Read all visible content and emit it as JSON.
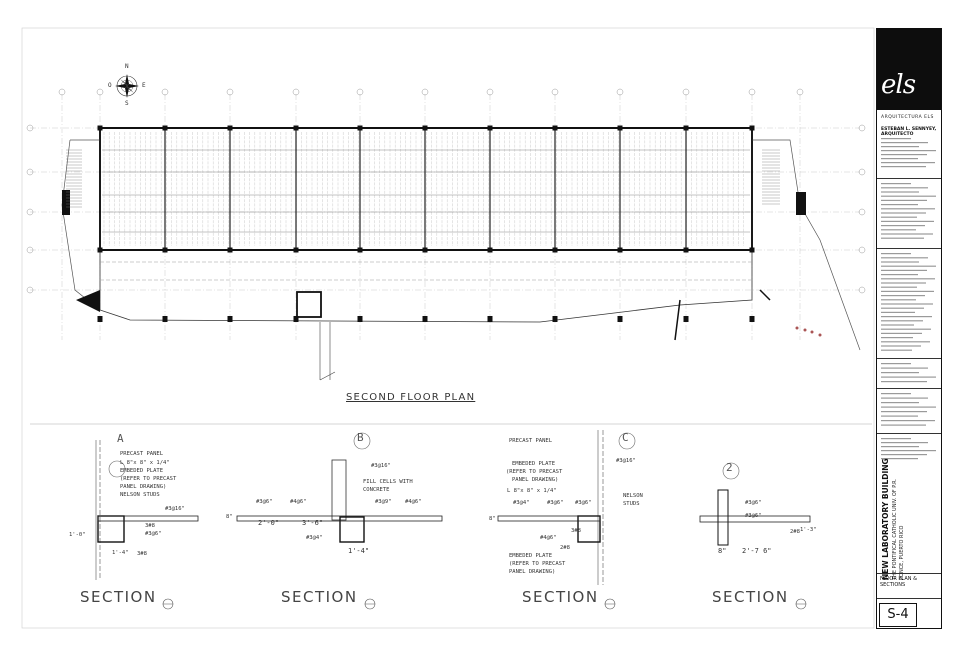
{
  "plan": {
    "title": "SECOND FLOOR PLAN",
    "compass": {
      "n": "N",
      "s": "S",
      "e": "E",
      "o": "O"
    }
  },
  "sections": [
    {
      "title": "SECTION",
      "marker": "A",
      "notes": [
        "PRECAST PANEL",
        "L 8\"x 8\" x 1/4\"",
        "EMBEDED PLATE",
        "(REFER TO PRECAST",
        "PANEL DRAWING)",
        "NELSON STUDS"
      ],
      "rebar": [
        "#3@16\"",
        "#3@6\"",
        "3#8",
        "3#8"
      ],
      "dims": [
        "1'-0\"",
        "1'-4\""
      ]
    },
    {
      "title": "SECTION",
      "marker": "B",
      "notes": [
        "FILL CELLS WITH",
        "CONCRETE"
      ],
      "rebar": [
        "#3@16\"",
        "#3@6\"",
        "#4@6\"",
        "#3@9\"",
        "#4@6\"",
        "#3@4\""
      ],
      "dims": [
        "2'-0\"",
        "3'-6\"",
        "1'-4\"",
        "8\""
      ]
    },
    {
      "title": "SECTION",
      "marker": "C",
      "notes": [
        "PRECAST PANEL",
        "EMBEDED PLATE",
        "(REFER TO PRECAST",
        "PANEL DRAWING)",
        "L 8\"x 8\" x 1/4\"",
        "NELSON",
        "STUDS",
        "2#8",
        "EMBEDED PLATE",
        "(REFER TO PRECAST",
        "PANEL DRAWING)"
      ],
      "rebar": [
        "#3@16\"",
        "#3@4\"",
        "#3@6\"",
        "#3@6\"",
        "3#8",
        "#4@6\""
      ],
      "dims": [
        "8\""
      ]
    },
    {
      "title": "SECTION",
      "marker": "2",
      "notes": [],
      "rebar": [
        "#3@6\"",
        "#3@6\"",
        "2#8"
      ],
      "dims": [
        "2'-7 6\"",
        "8\"",
        "1'-3\""
      ]
    }
  ],
  "title_block": {
    "logo": "els",
    "firm": "ARQUITECTURA ELS",
    "architect": "ESTEBAN L. SENNYEY, ARQUITECTO",
    "project": "NEW LABORATORY BUILDING",
    "client_lines": [
      "THE PONTIFICAL CATHOLIC UNIV. OF P.R.",
      "PONCE, PUERTO RICO"
    ],
    "sheet_title_lines": [
      "FLOOR PLAN &",
      "SECTIONS"
    ],
    "sheet_number": "S-4"
  },
  "colors": {
    "ink": "#222222",
    "light": "#9a9a9a",
    "fill": "#111111"
  }
}
